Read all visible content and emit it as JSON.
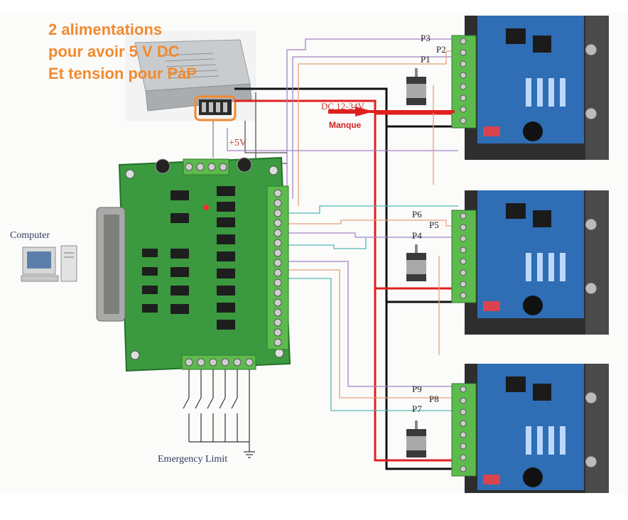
{
  "annotation": {
    "line1": "2 alimentations",
    "line2": "pour avoir 5 V DC",
    "line3": "Et tension pour PàP"
  },
  "labels": {
    "computer": "Computer",
    "plus5v": "+5V",
    "dc_supply": "DC 12-34V",
    "manque": "Manque",
    "emergency": "Emergency Limit"
  },
  "ports": {
    "driver1": [
      "P3",
      "P2",
      "P1"
    ],
    "driver2": [
      "P6",
      "P5",
      "P4"
    ],
    "driver3": [
      "P9",
      "P8",
      "P7"
    ]
  },
  "colors": {
    "annotation": "#f28a2e",
    "power_wire": "#e02020",
    "ground_wire": "#111111",
    "signal_wire_purple": "#a184c6",
    "signal_wire_cyan": "#4fb9b5",
    "signal_wire_orange": "#e7a07a",
    "board_green": "#3b9a3f",
    "driver_blue": "#2f6db5",
    "terminal_green": "#5dbb4e"
  }
}
